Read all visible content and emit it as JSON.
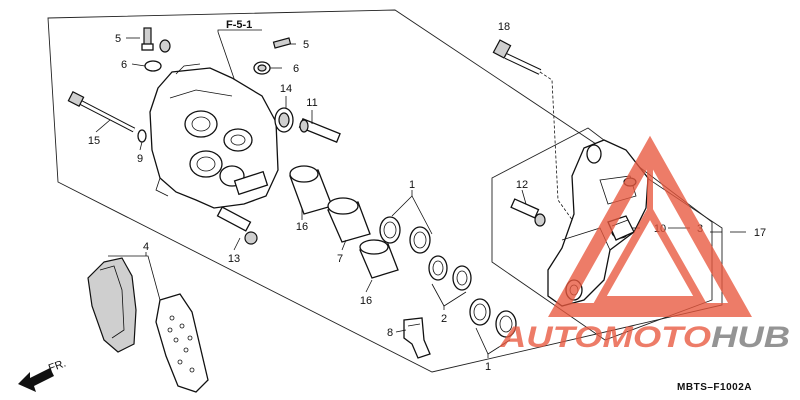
{
  "header": {
    "section_ref": "F-5-1"
  },
  "callouts": [
    {
      "id": "c18",
      "label": "18"
    },
    {
      "id": "c5a",
      "label": "5"
    },
    {
      "id": "c6a",
      "label": "6"
    },
    {
      "id": "c5b",
      "label": "5"
    },
    {
      "id": "c6b",
      "label": "6"
    },
    {
      "id": "c14",
      "label": "14"
    },
    {
      "id": "c11",
      "label": "11"
    },
    {
      "id": "c15",
      "label": "15"
    },
    {
      "id": "c9",
      "label": "9"
    },
    {
      "id": "c16a",
      "label": "16"
    },
    {
      "id": "c1a",
      "label": "1"
    },
    {
      "id": "c12",
      "label": "12"
    },
    {
      "id": "c10",
      "label": "10"
    },
    {
      "id": "c3",
      "label": "3"
    },
    {
      "id": "c17",
      "label": "17"
    },
    {
      "id": "c4",
      "label": "4"
    },
    {
      "id": "c13",
      "label": "13"
    },
    {
      "id": "c7",
      "label": "7"
    },
    {
      "id": "c16b",
      "label": "16"
    },
    {
      "id": "c2",
      "label": "2"
    },
    {
      "id": "c8",
      "label": "8"
    },
    {
      "id": "c1b",
      "label": "1"
    }
  ],
  "direction_marker": {
    "label": "FR."
  },
  "diagram_code": "MBTS–F1002A",
  "watermark": {
    "text": "AUTOMOTOHUB",
    "color": "#e8583e"
  },
  "colors": {
    "line": "#111111",
    "watermark_red": "#e8583e",
    "watermark_grey": "#777777"
  }
}
